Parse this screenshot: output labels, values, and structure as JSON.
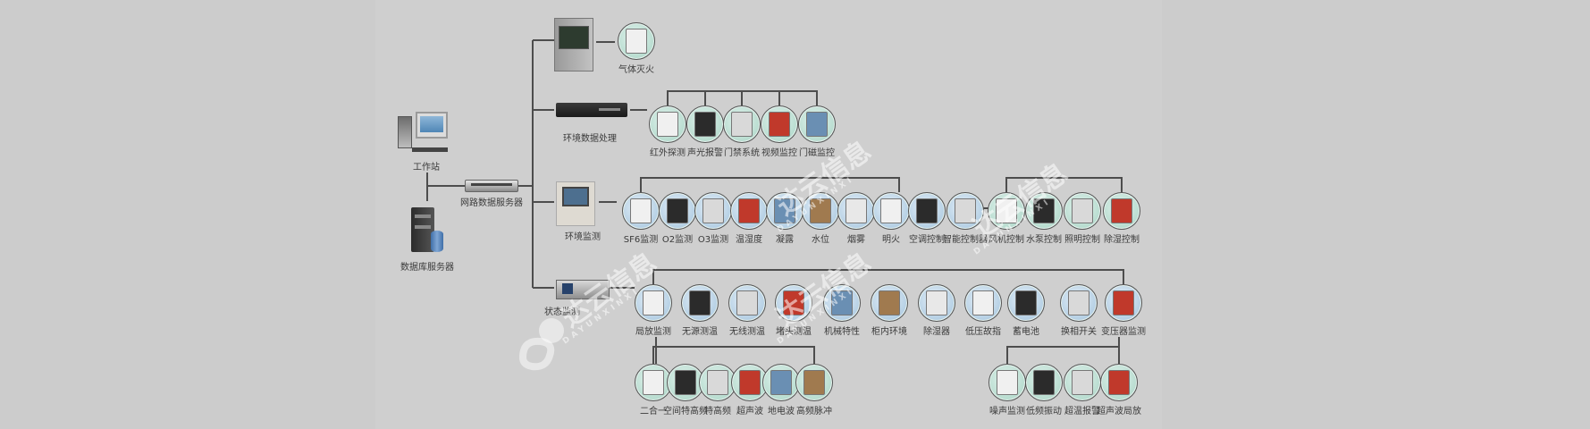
{
  "diagram": {
    "title": "",
    "watermark": {
      "brand": "达云信息",
      "subtitle": "DAYUNXINXI"
    },
    "left_cluster": {
      "workstation": {
        "label": "工作站",
        "icon": "workstation-icon"
      },
      "network_server": {
        "label": "网路数据服务器",
        "icon": "rack-server-icon"
      },
      "database_server": {
        "label": "数据库服务器",
        "icon": "database-server-icon"
      }
    },
    "branches": [
      {
        "id": "gas-extinguish",
        "hub": {
          "label": "",
          "icon": "control-cabinet-icon"
        },
        "nodes": [
          {
            "label": "气体灭火",
            "icon": "fire-extinguisher-icon",
            "tint": "mint"
          }
        ]
      },
      {
        "id": "env-data-processing",
        "hub": {
          "label": "环境数据处理",
          "icon": "network-switch-icon"
        },
        "nodes": [
          {
            "label": "红外探测",
            "icon": "infrared-detector-icon",
            "tint": "mint"
          },
          {
            "label": "声光报警",
            "icon": "alarm-beacon-icon",
            "tint": "mint"
          },
          {
            "label": "门禁系统",
            "icon": "keypad-icon",
            "tint": "mint"
          },
          {
            "label": "视频监控",
            "icon": "camera-icon",
            "tint": "mint"
          },
          {
            "label": "门磁监控",
            "icon": "door-sensor-icon",
            "tint": "mint"
          }
        ]
      },
      {
        "id": "env-monitoring",
        "hub": {
          "label": "环境监测",
          "icon": "monitor-panel-icon"
        },
        "nodes": [
          {
            "label": "SF6监测",
            "icon": "sf6-sensor-icon",
            "tint": "blue"
          },
          {
            "label": "O2监测",
            "icon": "o2-sensor-icon",
            "tint": "blue"
          },
          {
            "label": "O3监测",
            "icon": "o3-sensor-icon",
            "tint": "blue"
          },
          {
            "label": "温湿度",
            "icon": "humidity-sensor-icon",
            "tint": "blue"
          },
          {
            "label": "凝露",
            "icon": "condensation-icon",
            "tint": "blue"
          },
          {
            "label": "水位",
            "icon": "water-level-icon",
            "tint": "blue"
          },
          {
            "label": "烟雾",
            "icon": "smoke-detector-icon",
            "tint": "blue"
          },
          {
            "label": "明火",
            "icon": "flame-detector-icon",
            "tint": "blue"
          },
          {
            "label": "空调控制",
            "icon": "ac-controller-icon",
            "tint": "blue"
          },
          {
            "label": "智能控制器",
            "icon": "smart-controller-icon",
            "tint": "blue"
          }
        ],
        "controller_nodes": [
          {
            "label": "风机控制",
            "icon": "fan-icon",
            "tint": "mint"
          },
          {
            "label": "水泵控制",
            "icon": "water-pump-icon",
            "tint": "mint"
          },
          {
            "label": "照明控制",
            "icon": "light-bulb-icon",
            "tint": "mint"
          },
          {
            "label": "除湿控制",
            "icon": "dehumidifier-icon",
            "tint": "mint"
          }
        ]
      },
      {
        "id": "status-monitoring",
        "hub": {
          "label": "状态监测",
          "icon": "status-monitor-icon"
        },
        "nodes": [
          {
            "label": "局放监测",
            "icon": "partial-discharge-icon",
            "tint": "blue"
          },
          {
            "label": "无源测温",
            "icon": "passive-temp-icon",
            "tint": "blue"
          },
          {
            "label": "无线测温",
            "icon": "wireless-temp-icon",
            "tint": "blue"
          },
          {
            "label": "堵头测温",
            "icon": "plug-temp-icon",
            "tint": "blue"
          },
          {
            "label": "机械特性",
            "icon": "mechanical-icon",
            "tint": "blue"
          },
          {
            "label": "柜内环境",
            "icon": "cabinet-env-icon",
            "tint": "blue"
          },
          {
            "label": "除湿器",
            "icon": "dehumidifier-unit-icon",
            "tint": "blue"
          },
          {
            "label": "低压故指",
            "icon": "fault-indicator-icon",
            "tint": "blue"
          },
          {
            "label": "蓄电池",
            "icon": "battery-icon",
            "tint": "blue"
          },
          {
            "label": "换相开关",
            "icon": "phase-switch-icon",
            "tint": "blue"
          },
          {
            "label": "变压器监测",
            "icon": "transformer-icon",
            "tint": "blue"
          }
        ],
        "sub_groups": [
          {
            "parent": "局放监测",
            "nodes": [
              {
                "label": "二合一",
                "icon": "two-in-one-sensor-icon",
                "tint": "mint"
              },
              {
                "label": "空间特高频",
                "icon": "uhf-dome-icon",
                "tint": "mint"
              },
              {
                "label": "特高频",
                "icon": "uhf-sensor-icon",
                "tint": "mint"
              },
              {
                "label": "超声波",
                "icon": "ultrasonic-icon",
                "tint": "mint"
              },
              {
                "label": "地电波",
                "icon": "tev-sensor-icon",
                "tint": "mint"
              },
              {
                "label": "高频脉冲",
                "icon": "hf-pulse-icon",
                "tint": "mint"
              }
            ]
          },
          {
            "parent": "变压器监测",
            "nodes": [
              {
                "label": "噪声监测",
                "icon": "noise-sensor-icon",
                "tint": "mint"
              },
              {
                "label": "低频振动",
                "icon": "vibration-sensor-icon",
                "tint": "mint"
              },
              {
                "label": "超温报警",
                "icon": "overheat-alarm-icon",
                "tint": "mint"
              },
              {
                "label": "超声波局放",
                "icon": "ultrasonic-pd-icon",
                "tint": "mint"
              }
            ]
          }
        ]
      }
    ]
  }
}
